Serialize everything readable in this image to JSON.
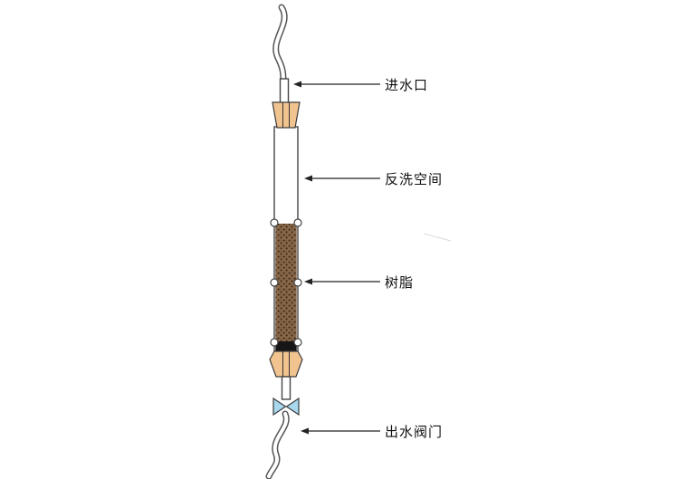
{
  "diagram": {
    "labels": {
      "inlet": "进水口",
      "backwash": "反洗空间",
      "resin": "树脂",
      "outlet_valve": "出水阀门"
    },
    "colors": {
      "stopper_fill": "#f1c48f",
      "resin_base": "#8a684a",
      "resin_dot": "#41301d",
      "seal_band": "#161616",
      "valve_fill": "#a8d8ee",
      "tube_fill": "#ffffff"
    }
  }
}
